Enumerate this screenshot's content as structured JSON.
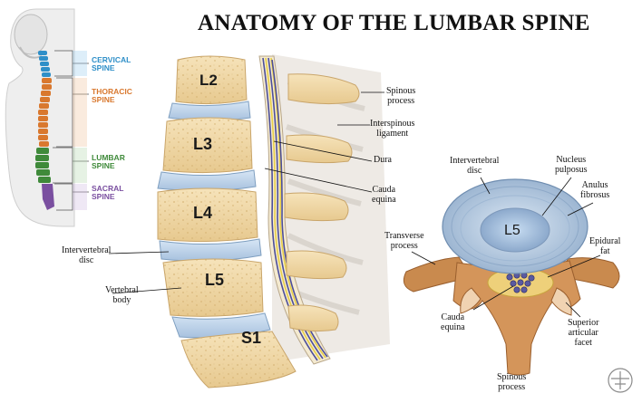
{
  "title": "ANATOMY OF THE LUMBAR SPINE",
  "regions": {
    "cervical": {
      "line1": "CERVICAL",
      "line2": "SPINE",
      "color": "#2f8fc8"
    },
    "thoracic": {
      "line1": "THORACIC",
      "line2": "SPINE",
      "color": "#d9782e"
    },
    "lumbar": {
      "line1": "LUMBAR",
      "line2": "SPINE",
      "color": "#3f8a3a"
    },
    "sacral": {
      "line1": "SACRAL",
      "line2": "SPINE",
      "color": "#7a4fa0"
    }
  },
  "vertebrae": {
    "l2": "L2",
    "l3": "L3",
    "l4": "L4",
    "l5": "L5",
    "s1": "S1"
  },
  "side_labels": {
    "spinous_process": {
      "line1": "Spinous",
      "line2": "process"
    },
    "interspinous_ligament": {
      "line1": "Interspinous",
      "line2": "ligament"
    },
    "dura": "Dura",
    "cauda_equina": {
      "line1": "Cauda",
      "line2": "equina"
    },
    "intervertebral_disc": {
      "line1": "Intervertebral",
      "line2": "disc"
    },
    "vertebral_body": {
      "line1": "Vertebral",
      "line2": "body"
    }
  },
  "axial_labels": {
    "vertebra": "L5",
    "intervertebral_disc": {
      "line1": "Intervertebral",
      "line2": "disc"
    },
    "nucleus_pulposus": {
      "line1": "Nucleus",
      "line2": "pulposus"
    },
    "anulus_fibrosus": {
      "line1": "Anulus",
      "line2": "fibrosus"
    },
    "transverse_process": {
      "line1": "Transverse",
      "line2": "process"
    },
    "epidural_fat": {
      "line1": "Epidural",
      "line2": "fat"
    },
    "cauda_equina": {
      "line1": "Cauda",
      "line2": "equina"
    },
    "superior_articular_facet": {
      "line1": "Superior",
      "line2": "articular",
      "line3": "facet"
    },
    "spinous_process": {
      "line1": "Spinous",
      "line2": "process"
    }
  },
  "colors": {
    "bone": "#f2dcae",
    "bone_edge": "#c9a56a",
    "disc": "#bfd6ec",
    "disc_edge": "#7f9fc0",
    "ligament": "#efeae4",
    "nerve_blue": "#4d4f9a",
    "nerve_yellow": "#e7cf49",
    "transverse_bone": "#c98a4e"
  }
}
